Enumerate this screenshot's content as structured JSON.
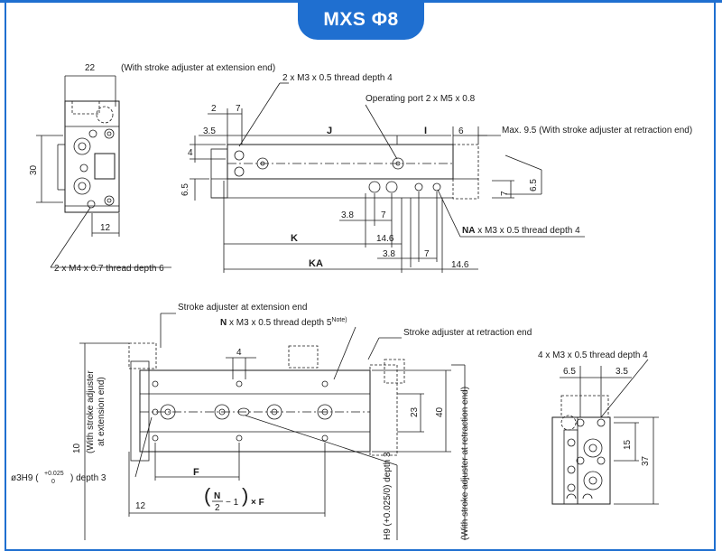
{
  "header": {
    "title": "MXS Φ8"
  },
  "drawing": {
    "side_view": {
      "dim_22": "22",
      "dim_30": "30",
      "dim_12": "12",
      "note_extension": "(With stroke adjuster at extension end)",
      "note_m4": "2 x M4 x 0.7 thread depth 6"
    },
    "top_view": {
      "note_m3_top": "2 x M3 x 0.5 thread depth 4",
      "note_port": "Operating port 2 x M5 x 0.8",
      "note_max": "Max. 9.5 (With stroke adjuster at retraction end)",
      "dim_2": "2",
      "dim_7a": "7",
      "dim_3_5": "3.5",
      "dim_J": "J",
      "dim_I": "I",
      "dim_6": "6",
      "dim_4": "4",
      "dim_6_5a": "6.5",
      "dim_6_5b": "6.5",
      "dim_7b": "7",
      "dim_3_8a": "3.8",
      "dim_7c": "7",
      "dim_K": "K",
      "dim_14_6a": "14.6",
      "dim_3_8b": "3.8",
      "dim_7d": "7",
      "dim_KA": "KA",
      "dim_14_6b": "14.6",
      "note_NA_prefix": "NA",
      "note_NA_suffix": " x M3 x 0.5 thread depth 4"
    },
    "bottom_view": {
      "note_adj_ext": "Stroke adjuster at extension end",
      "note_N_prefix": "N",
      "note_N_suffix": " x M3 x 0.5 thread depth 5",
      "note_N_sup": "Note)",
      "note_adj_ret": "Stroke adjuster at retraction end",
      "dim_4": "4",
      "dim_23": "23",
      "dim_40": "40",
      "dim_10": "10",
      "note_vert_ext_1": "(With stroke adjuster",
      "note_vert_ext_2": "at extension end)",
      "note_vert_ret": "(With stroke adjuster at retraction end)",
      "note_h9_left_a": "ø3H9 (",
      "note_h9_tol_top": "+0.025",
      "note_h9_tol_bot": "0",
      "note_h9_left_b": ") depth 3",
      "note_h9_vert": "H9 (+0.025/0) depth 3",
      "dim_F": "F",
      "dim_12": "12",
      "formula_N": "N",
      "formula_2": "2",
      "formula_rest": "− 1",
      "formula_F": "× F"
    },
    "end_view": {
      "note_m3": "4 x M3 x 0.5 thread depth 4",
      "dim_6_5": "6.5",
      "dim_3_5": "3.5",
      "dim_15": "15",
      "dim_37": "37"
    }
  }
}
